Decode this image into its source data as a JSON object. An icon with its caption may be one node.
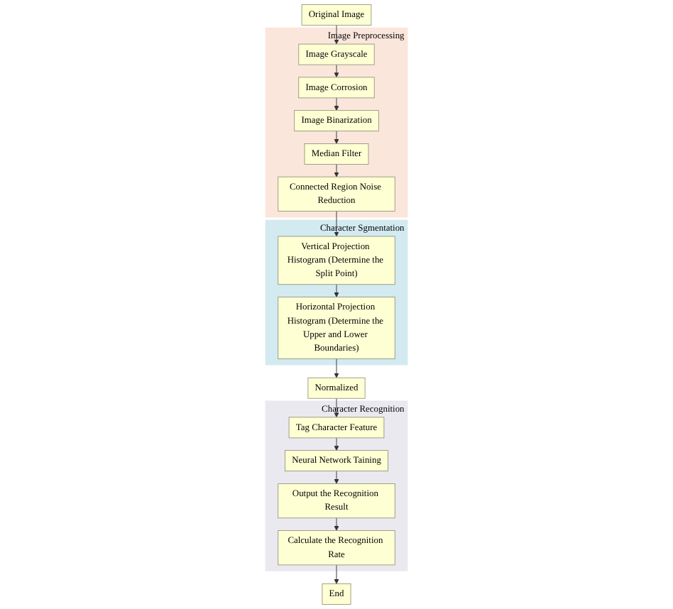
{
  "diagram": {
    "nodes": [
      {
        "text": [
          "Original Image"
        ]
      },
      {
        "text": [
          "Image Preprocessing"
        ]
      },
      {
        "text": [
          "Image Grayscale"
        ],
        "in": 1
      },
      {
        "text": [
          "Image Corrosion"
        ],
        "in": 1
      },
      {
        "text": [
          "Image Binarization"
        ],
        "in": 1
      },
      {
        "text": [
          "Median Filter"
        ],
        "in": 1
      },
      {
        "text": [
          "Connected Region Noise Reduction"
        ],
        "in": 1
      },
      {
        "text": [
          "Character Sgmentation"
        ]
      },
      {
        "text": [
          "Vertical Projection Histogram (Determine the Split Point)"
        ],
        "in": 7
      },
      {
        "text": [
          "Horizontal Projection Histogram (Determine the Upper and Lower Boundaries)"
        ],
        "in": 7
      },
      {
        "text": [
          "Normalized"
        ]
      },
      {
        "text": [
          "Character Recognition"
        ]
      },
      {
        "text": [
          "Tag Character Feature"
        ],
        "in": 11
      },
      {
        "text": [
          "Neural Network Taining"
        ],
        "in": 11
      },
      {
        "text": [
          "Output the Recognition Result"
        ],
        "in": 11
      },
      {
        "text": [
          "Calculate the Recognition Rate"
        ],
        "in": 11
      },
      {
        "text": [
          "End"
        ]
      }
    ],
    "edges": [
      {
        "from": 0,
        "to": 2,
        "arrow": "to"
      },
      {
        "from": 2,
        "to": 3,
        "arrow": "to"
      },
      {
        "from": 3,
        "to": 4,
        "arrow": "to"
      },
      {
        "from": 4,
        "to": 5,
        "arrow": "to"
      },
      {
        "from": 5,
        "to": 6,
        "arrow": "to"
      },
      {
        "from": 6,
        "to": 8,
        "arrow": "to"
      },
      {
        "from": 8,
        "to": 9,
        "arrow": "to"
      },
      {
        "from": 9,
        "to": 10,
        "arrow": "to"
      },
      {
        "from": 10,
        "to": 12,
        "arrow": "to"
      },
      {
        "from": 12,
        "to": 13,
        "arrow": "to"
      },
      {
        "from": 13,
        "to": 14,
        "arrow": "to"
      },
      {
        "from": 14,
        "to": 15,
        "arrow": "to"
      },
      {
        "from": 15,
        "to": 16,
        "arrow": "to"
      }
    ]
  }
}
